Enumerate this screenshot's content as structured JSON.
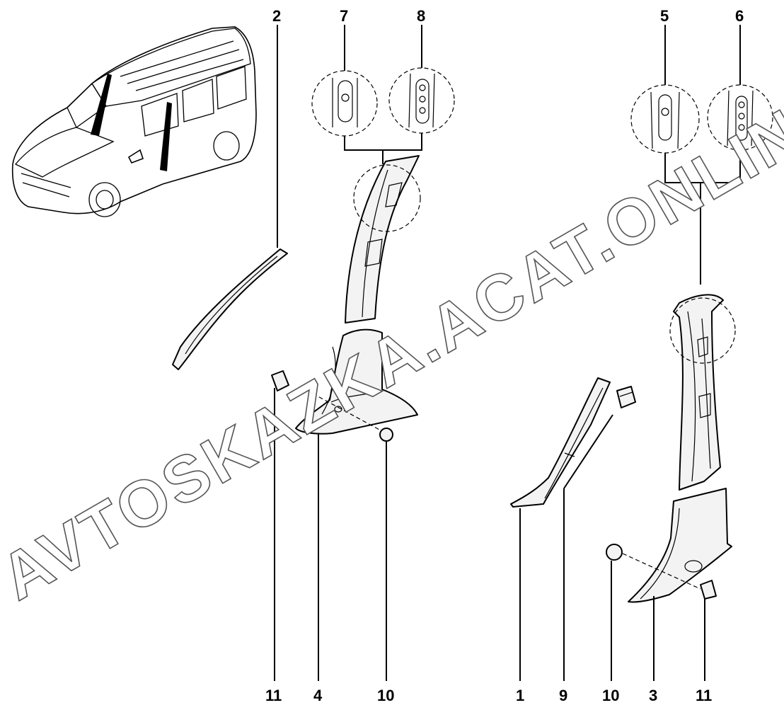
{
  "watermark": "AVTOSKAZKA.ACAT.ONLINE",
  "callouts": {
    "c1": "1",
    "c2": "2",
    "c3": "3",
    "c4": "4",
    "c5": "5",
    "c6": "6",
    "c7": "7",
    "c8": "8",
    "c9": "9",
    "c10a": "10",
    "c10b": "10",
    "c11a": "11",
    "c11b": "11"
  }
}
